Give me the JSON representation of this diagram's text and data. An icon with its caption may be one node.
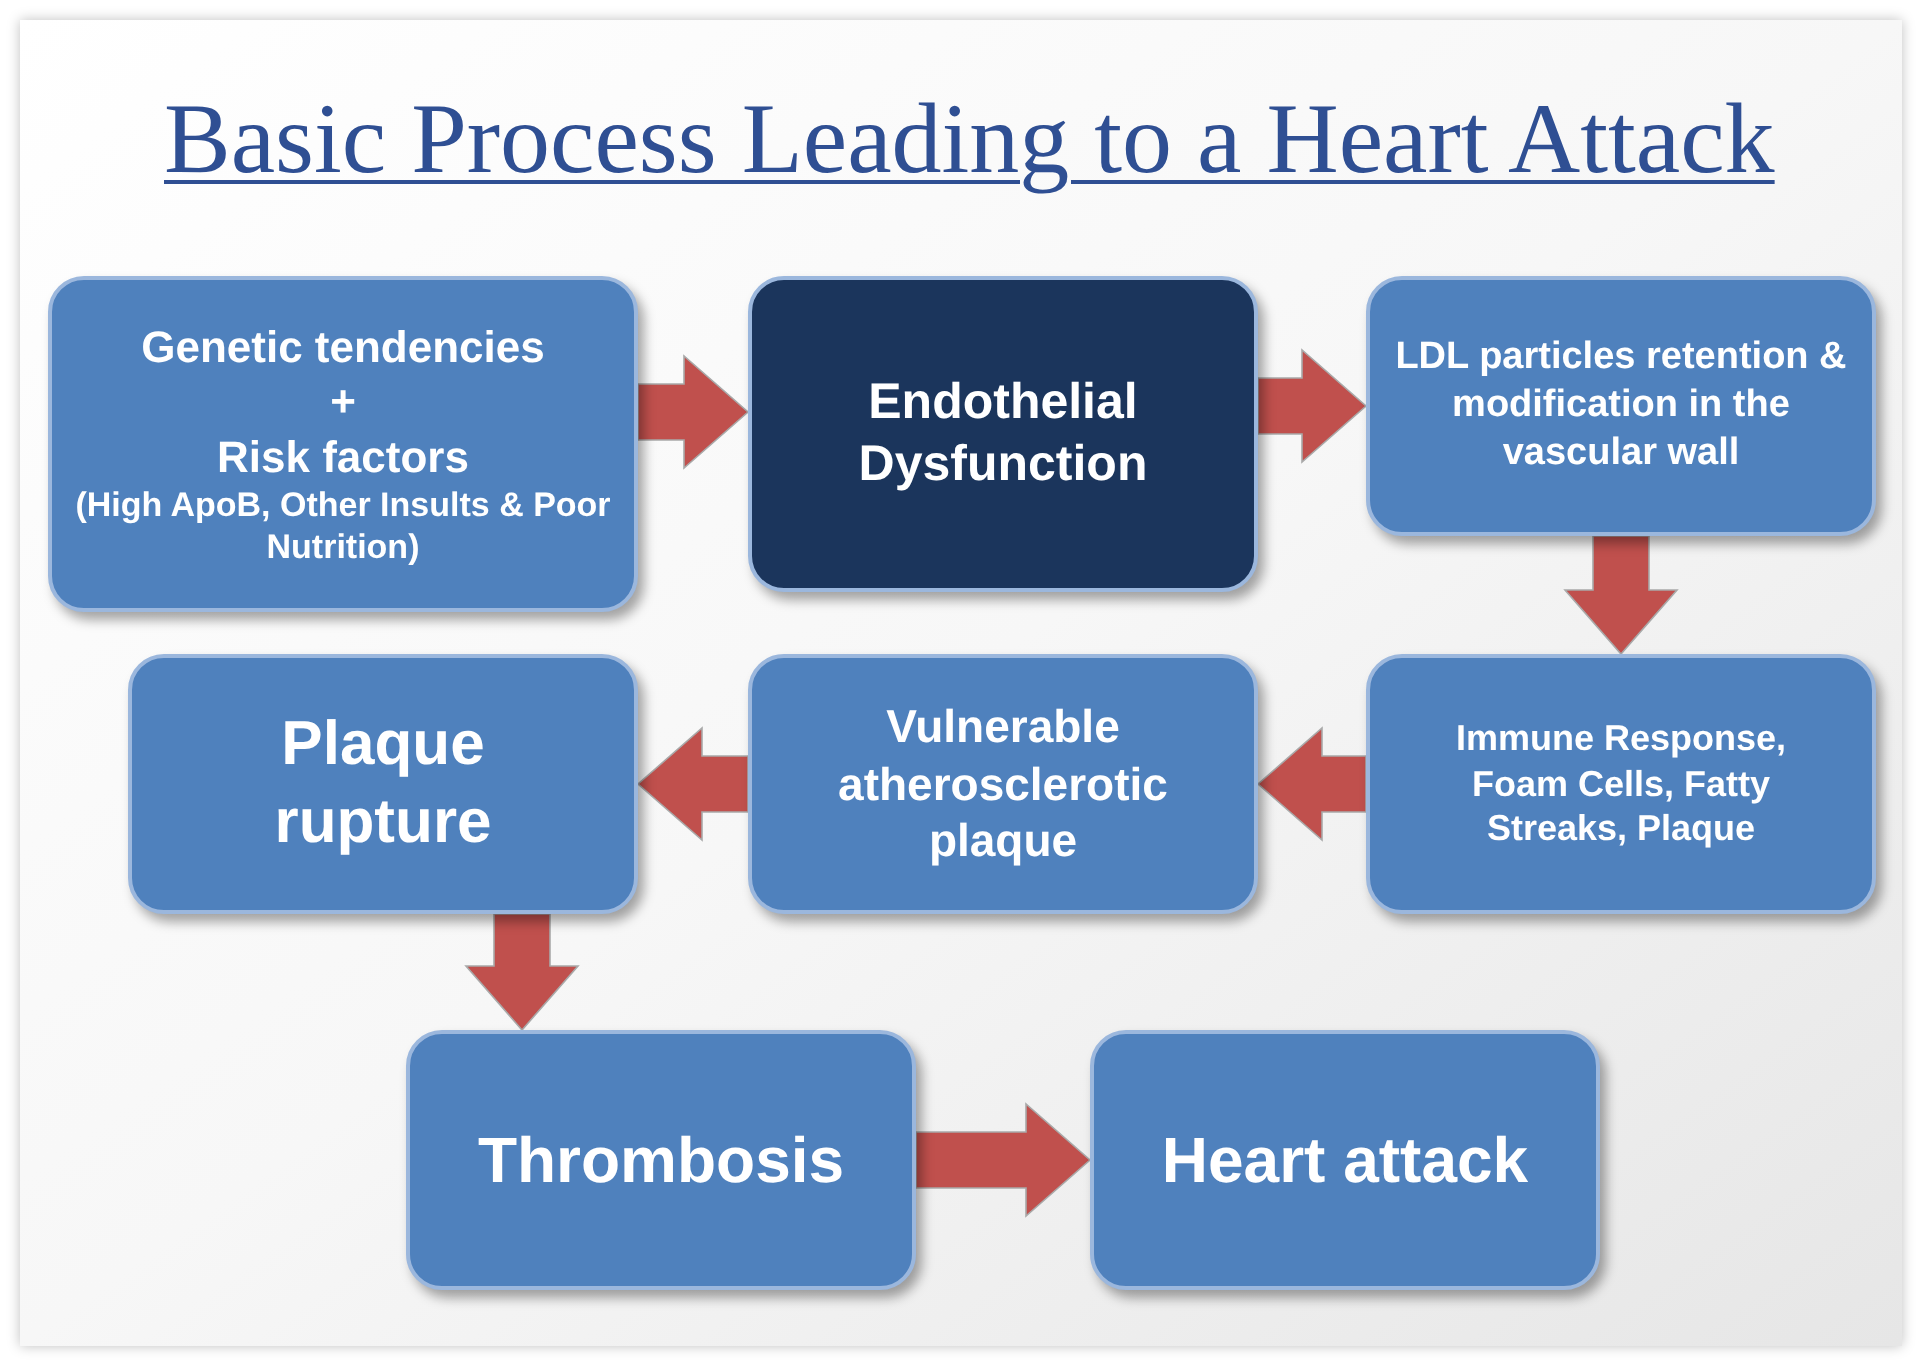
{
  "diagram": {
    "title": "Basic Process Leading to a Heart Attack",
    "nodes": [
      {
        "text": [
          "Genetic tendencies",
          "+",
          "Risk factors",
          "(High ApoB, Other Insults & Poor Nutrition)"
        ]
      },
      {
        "text": [
          "Endothelial Dysfunction"
        ]
      },
      {
        "text": [
          "LDL particles retention & modification in the vascular wall"
        ]
      },
      {
        "text": [
          "Immune Response, Foam Cells, Fatty Streaks, Plaque"
        ]
      },
      {
        "text": [
          "Vulnerable atherosclerotic plaque"
        ]
      },
      {
        "text": [
          "Plaque rupture"
        ]
      },
      {
        "text": [
          "Thrombosis"
        ]
      },
      {
        "text": [
          "Heart attack"
        ]
      }
    ],
    "edges": [
      {
        "from": 0,
        "to": 1,
        "arrow": "to"
      },
      {
        "from": 1,
        "to": 2,
        "arrow": "to"
      },
      {
        "from": 2,
        "to": 3,
        "arrow": "to"
      },
      {
        "from": 3,
        "to": 4,
        "arrow": "to"
      },
      {
        "from": 4,
        "to": 5,
        "arrow": "to"
      },
      {
        "from": 5,
        "to": 6,
        "arrow": "to"
      },
      {
        "from": 6,
        "to": 7,
        "arrow": "to"
      }
    ]
  }
}
